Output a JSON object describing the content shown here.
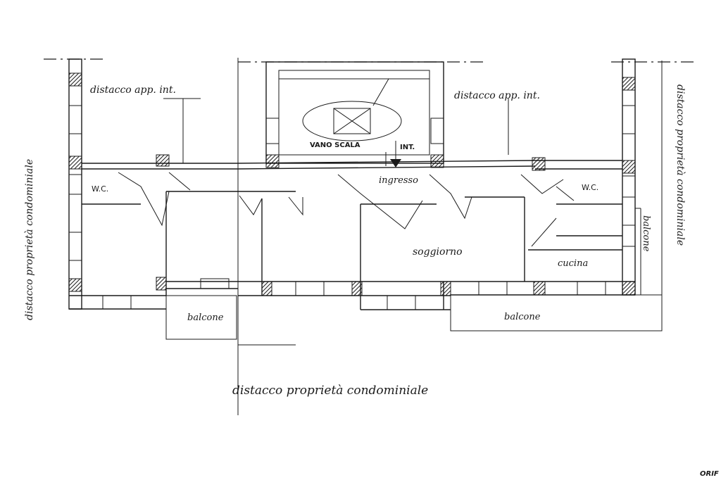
{
  "labels": {
    "distacco_top_left": "distacco app. int.",
    "distacco_top_right": "distacco app. int.",
    "distacco_left_vertical": "distacco proprietà condominiale",
    "distacco_right_vertical": "distacco proprietà condominiale",
    "distacco_bottom": "distacco proprietà condominiale",
    "vano_scala": "VANO SCALA",
    "int": "INT.",
    "ingresso": "ingresso",
    "wc_left": "W.C.",
    "wc_right": "W.C.",
    "soggiorno": "soggiorno",
    "cucina": "cucina",
    "balcone_left": "balcone",
    "balcone_center": "balcone",
    "balcone_right": "balcone",
    "corner_stamp": "ORIF"
  }
}
